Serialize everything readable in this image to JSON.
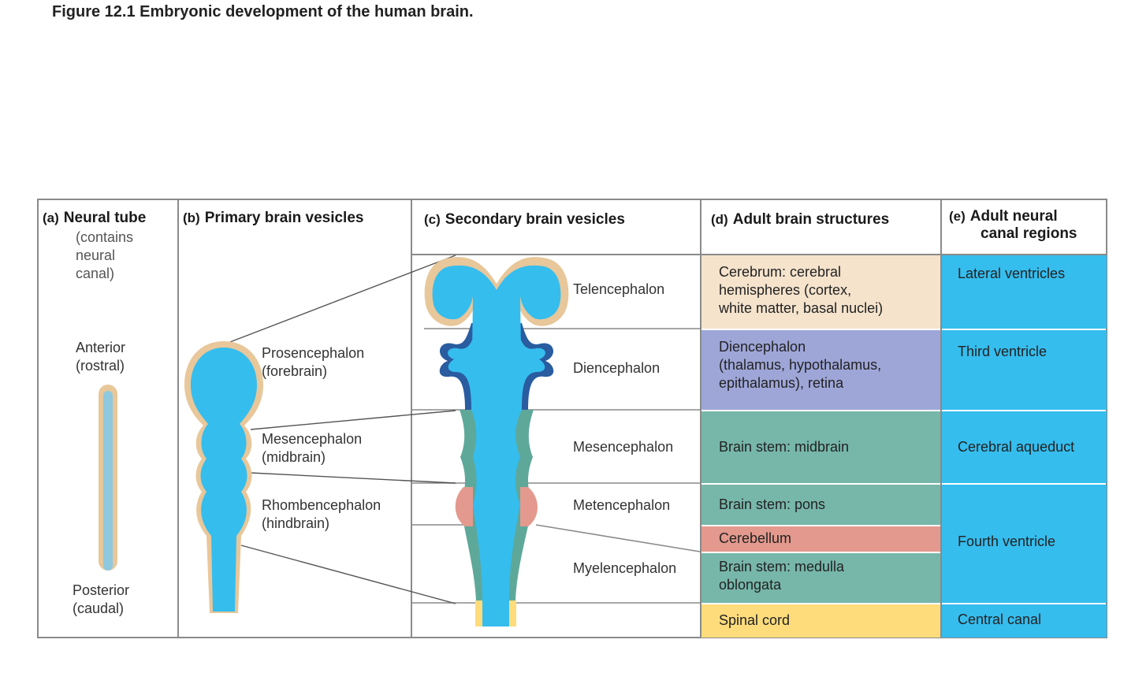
{
  "figure": {
    "title": "Figure 12.1  Embryonic development of the human brain."
  },
  "columns": {
    "a": {
      "tag": "(a)",
      "title": "Neural tube",
      "note": [
        "(contains",
        "neural",
        "canal)"
      ]
    },
    "b": {
      "tag": "(b)",
      "title": "Primary brain vesicles"
    },
    "c": {
      "tag": "(c)",
      "title": "Secondary brain vesicles"
    },
    "d": {
      "tag": "(d)",
      "title": "Adult brain structures"
    },
    "e": {
      "tag": "(e)",
      "title_lines": [
        "Adult neural",
        "canal regions"
      ]
    }
  },
  "neural_tube_labels": {
    "anterior": [
      "Anterior",
      "(rostral)"
    ],
    "posterior": [
      "Posterior",
      "(caudal)"
    ]
  },
  "primary_vesicles": [
    {
      "lines": [
        "Prosencephalon",
        "(forebrain)"
      ]
    },
    {
      "lines": [
        "Mesencephalon",
        "(midbrain)"
      ]
    },
    {
      "lines": [
        "Rhombencephalon",
        "(hindbrain)"
      ]
    }
  ],
  "secondary_vesicles": [
    "Telencephalon",
    "Diencephalon",
    "Mesencephalon",
    "Metencephalon",
    "Myelencephalon"
  ],
  "adult_structures": [
    {
      "lines": [
        "Cerebrum: cerebral",
        "hemispheres (cortex,",
        "white matter, basal nuclei)"
      ],
      "color": "#f5e3cc"
    },
    {
      "lines": [
        "Diencephalon",
        "(thalamus, hypothalamus,",
        "epithalamus), retina"
      ],
      "color": "#9ea6d8"
    },
    {
      "lines": [
        "Brain stem: midbrain"
      ],
      "color": "#77b7aa"
    },
    {
      "lines": [
        "Brain stem: pons"
      ],
      "color": "#77b7aa"
    },
    {
      "lines": [
        "Cerebellum"
      ],
      "color": "#e3998d"
    },
    {
      "lines": [
        "Brain stem: medulla",
        "oblongata"
      ],
      "color": "#77b7aa"
    },
    {
      "lines": [
        "Spinal cord"
      ],
      "color": "#fedc7c"
    }
  ],
  "canal_regions": [
    "Lateral ventricles",
    "Third ventricle",
    "Cerebral aqueduct",
    "Fourth ventricle",
    "Central canal"
  ],
  "colors": {
    "canal_blue": "#35bdee",
    "wall_tan": "#e8c79a",
    "midbrain_teal": "#5ea89a",
    "cerebellum_salmon": "#e3998d",
    "spinal_yellow": "#fedc7c",
    "diencephalon_navy": "#2a5ca0",
    "border_gray": "#8a8a8a"
  }
}
